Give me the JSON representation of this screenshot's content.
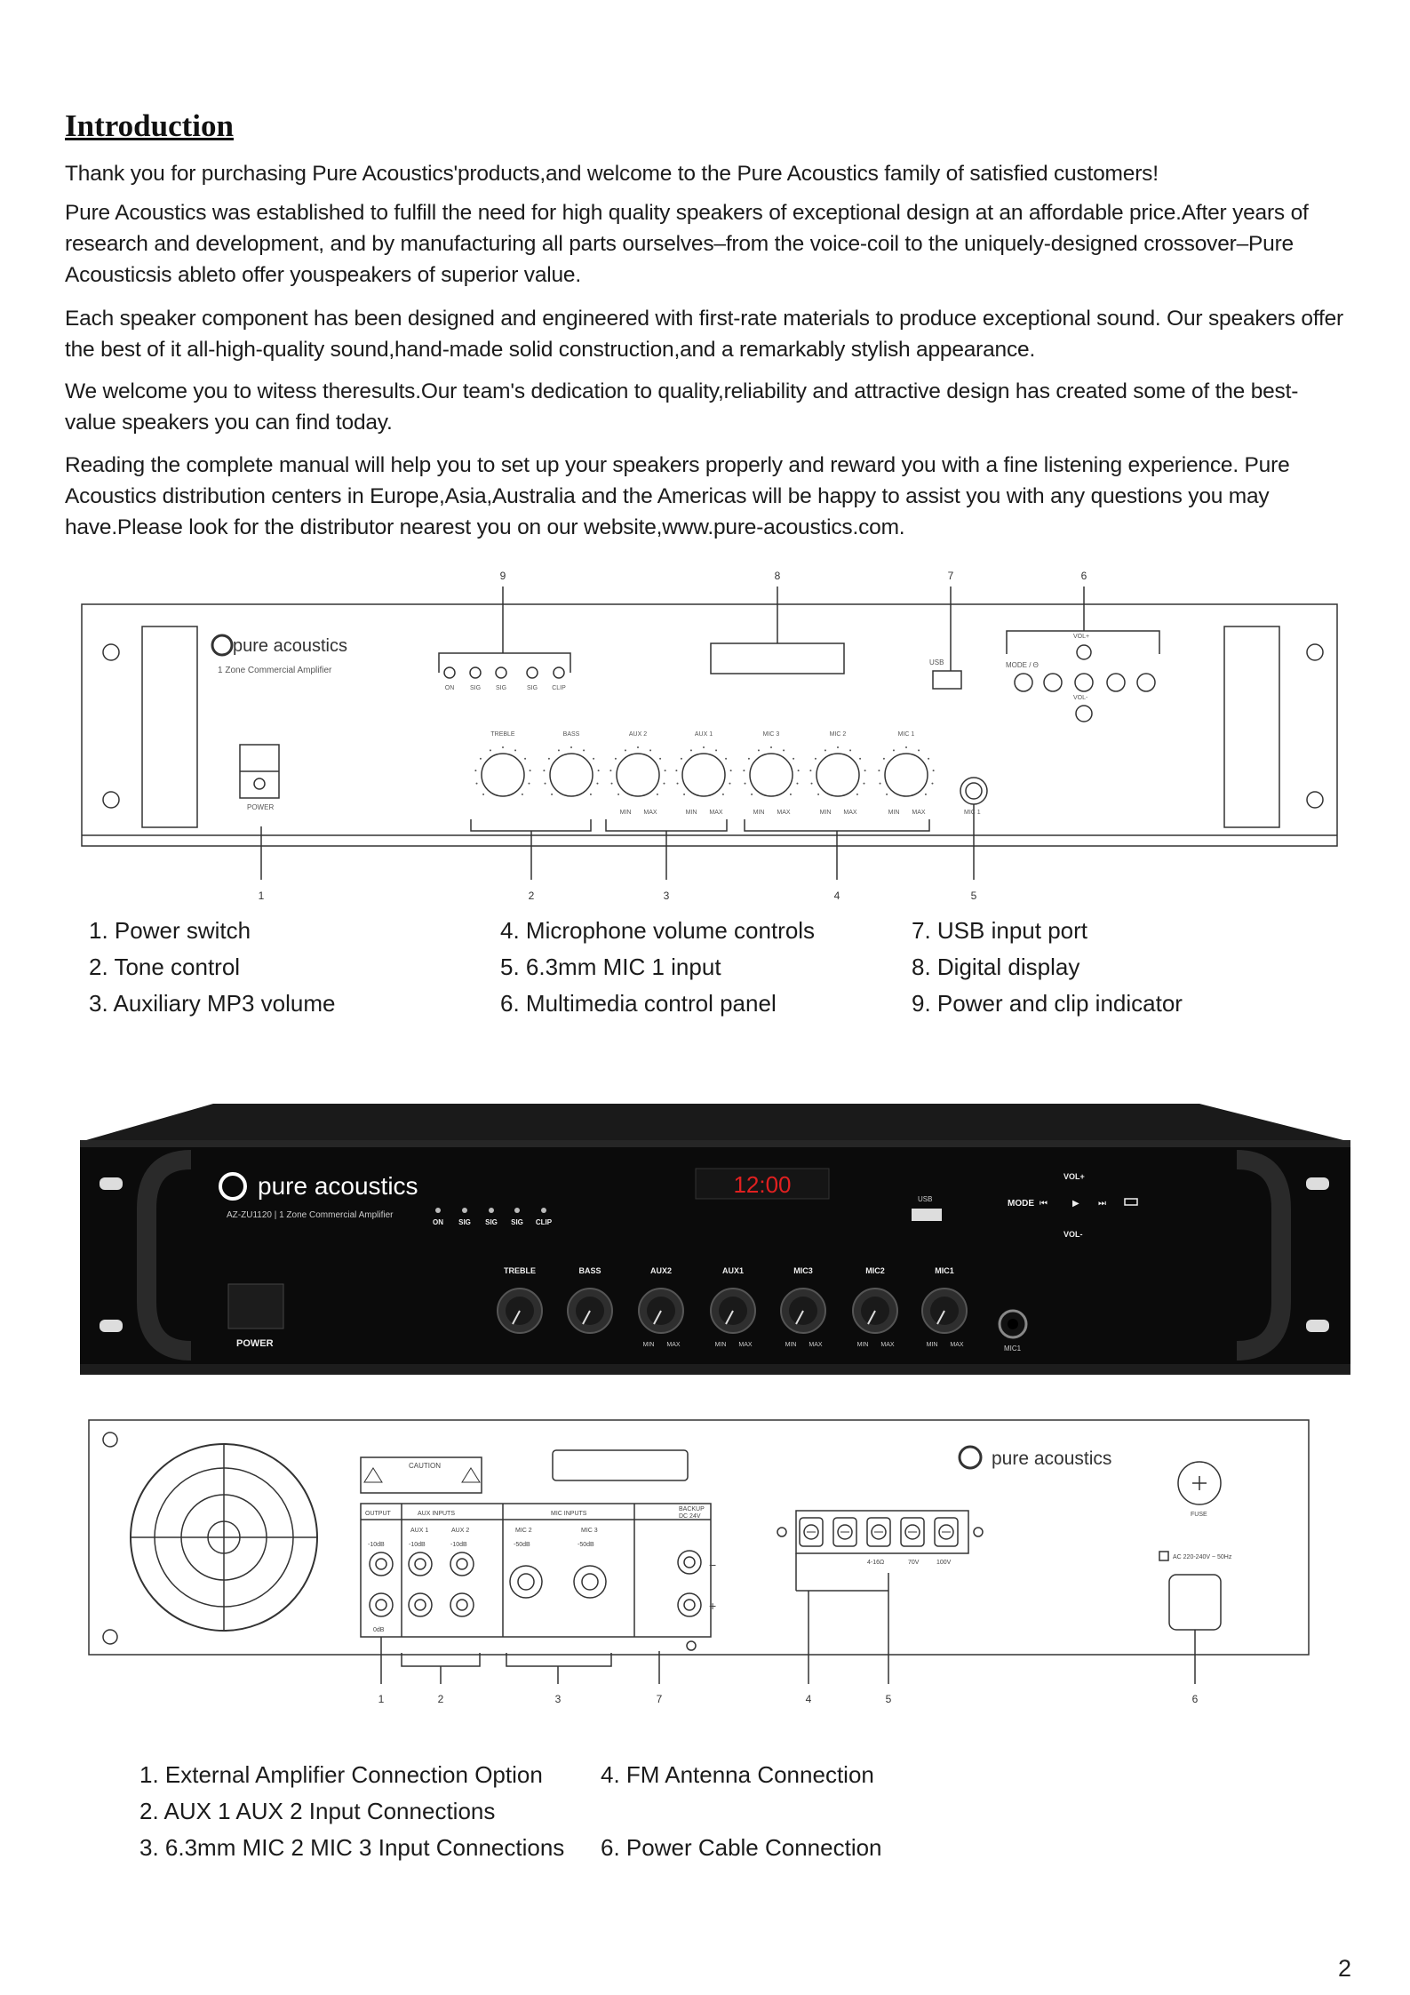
{
  "title": "Introduction",
  "paragraphs": [
    "Thank you for purchasing Pure Acoustics'products,and welcome to the Pure Acoustics family of satisfied customers!",
    "Pure Acoustics was established to fulfill the need for high quality speakers of exceptional design at an affordable price.After years of research and development, and by manufacturing all parts ourselves–from the voice-coil to the uniquely-designed crossover–Pure Acousticsis ableto offer youspeakers of superior value.",
    "Each speaker component has been designed and engineered with first-rate materials to produce exceptional sound. Our speakers offer the best of it all-high-quality sound,hand-made solid construction,and a remarkably stylish appearance.",
    "We welcome you to witess theresults.Our team's dedication to quality,reliability and attractive design has created some of the best-value speakers you can find today.",
    "Reading the complete manual will help you to set up your speakers properly and reward you with a fine listening experience. Pure Acoustics distribution centers in Europe,Asia,Australia and the Americas will be happy to assist you with any questions you may have.Please look for the distributor nearest you on our website,www.pure-acoustics.com."
  ],
  "front_diagram": {
    "brand": "pure acoustics",
    "model": "1 Zone Commercial Amplifier",
    "leds": [
      "ON",
      "SIG",
      "SIG",
      "SIG",
      "CLIP"
    ],
    "knobs": [
      "TREBLE",
      "BASS",
      "AUX 2",
      "AUX 1",
      "MIC 3",
      "MIC 2",
      "MIC 1"
    ],
    "usb_label": "USB",
    "mode_label": "MODE / Θ",
    "vol_up": "VOL+",
    "vol_down": "VOL-",
    "power_label": "POWER",
    "mic_label": "MIC 1",
    "min": "MIN",
    "max": "MAX",
    "callouts_top": [
      "9",
      "8",
      "7",
      "6"
    ],
    "callouts_bottom": [
      "1",
      "2",
      "3",
      "4",
      "5"
    ]
  },
  "front_legend": [
    "1. Power switch",
    "2. Tone control",
    "3. Auxiliary MP3 volume",
    "4. Microphone volume controls",
    "5. 6.3mm MIC 1 input",
    "6. Multimedia control panel",
    "7. USB input port",
    "8. Digital display",
    "9.  Power and clip indicator"
  ],
  "photo": {
    "brand": "pure acoustics",
    "model": "AZ-ZU1120 | 1 Zone Commercial Amplifier",
    "display": "12:00",
    "leds": [
      "ON",
      "SIG",
      "SIG",
      "SIG",
      "CLIP"
    ],
    "knobs": [
      "TREBLE",
      "BASS",
      "AUX2",
      "AUX1",
      "MIC3",
      "MIC2",
      "MIC1"
    ],
    "power_label": "POWER",
    "usb_label": "USB",
    "mode_label": "MODE",
    "vol_up": "VOL+",
    "vol_down": "VOL-",
    "mic_label": "MIC1",
    "min": "MIN",
    "max": "MAX"
  },
  "rear_diagram": {
    "brand": "pure acoustics",
    "caution": "CAUTION",
    "output": "OUTPUT",
    "aux_inputs": "AUX INPUTS",
    "aux1": "AUX 1",
    "aux2": "AUX 2",
    "mic_inputs": "MIC INPUTS",
    "mic2": "MIC 2",
    "mic3": "MIC 3",
    "backup": "BACKUP",
    "backup_v": "DC 24V",
    "db10": "-10dB",
    "db50": "-50dB",
    "db0": "0dB",
    "ohm": "4-16Ω",
    "v70": "70V",
    "v100": "100V",
    "fuse": "FUSE",
    "ac": "AC 220-240V ~ 50Hz",
    "callouts": [
      "1",
      "2",
      "3",
      "7",
      "4",
      "5",
      "6"
    ]
  },
  "rear_legend": [
    "1. External Amplifier Connection Option",
    "2. AUX 1 AUX 2 Input Connections",
    "3. 6.3mm MIC 2 MIC 3 Input Connections",
    "4. FM Antenna Connection",
    "6. Power Cable Connection"
  ],
  "page_number": "2"
}
